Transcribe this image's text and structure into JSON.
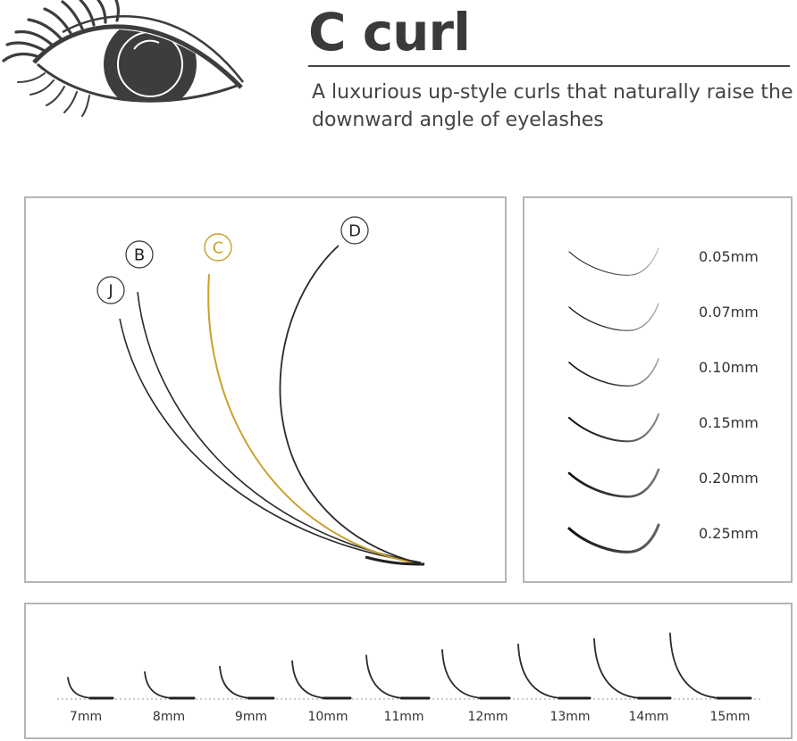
{
  "header": {
    "title": "C curl",
    "subtitle": "A luxurious up-style curls that naturally raise the downward angle of eyelashes"
  },
  "colors": {
    "highlight": "#c9a02c",
    "ink": "#222222",
    "panel_border": "#b5b5b5"
  },
  "curl_types": [
    {
      "letter": "J",
      "highlighted": false
    },
    {
      "letter": "B",
      "highlighted": false
    },
    {
      "letter": "C",
      "highlighted": true
    },
    {
      "letter": "D",
      "highlighted": false
    }
  ],
  "thickness": [
    {
      "label": "0.05mm",
      "value": 0.05
    },
    {
      "label": "0.07mm",
      "value": 0.07
    },
    {
      "label": "0.10mm",
      "value": 0.1
    },
    {
      "label": "0.15mm",
      "value": 0.15
    },
    {
      "label": "0.20mm",
      "value": 0.2
    },
    {
      "label": "0.25mm",
      "value": 0.25
    }
  ],
  "lengths": [
    {
      "label": "7mm",
      "value": 7
    },
    {
      "label": "8mm",
      "value": 8
    },
    {
      "label": "9mm",
      "value": 9
    },
    {
      "label": "10mm",
      "value": 10
    },
    {
      "label": "11mm",
      "value": 11
    },
    {
      "label": "12mm",
      "value": 12
    },
    {
      "label": "13mm",
      "value": 13
    },
    {
      "label": "14mm",
      "value": 14
    },
    {
      "label": "15mm",
      "value": 15
    }
  ]
}
